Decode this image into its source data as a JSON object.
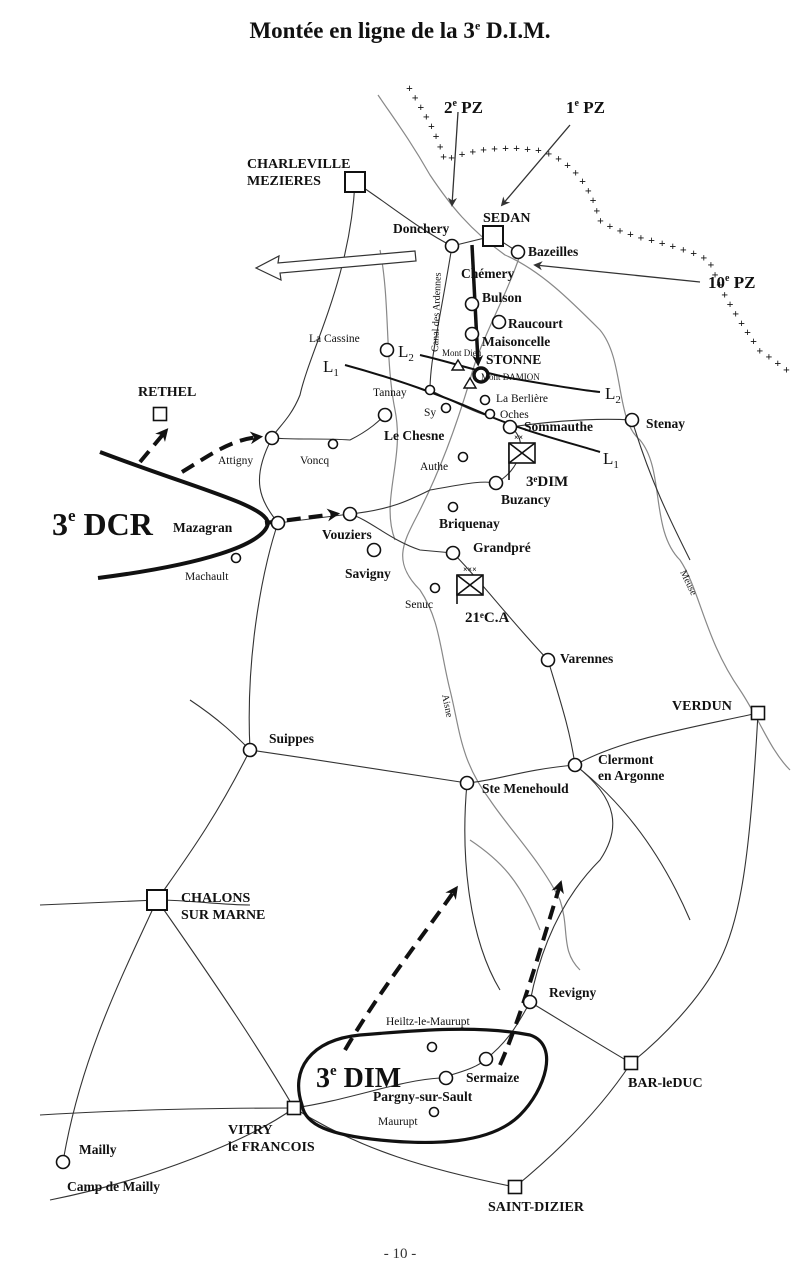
{
  "title": {
    "prefix": "Montée en ligne de la 3",
    "sup": "e",
    "suffix": " D.I.M."
  },
  "page_number": "- 10 -",
  "big_labels": {
    "dcr": {
      "num": "3",
      "sup": "e",
      "name": " DCR"
    },
    "dim": {
      "num": "3",
      "sup": "e",
      "name": " DIM"
    }
  },
  "river_labels": {
    "canal": "Canal des Ardennes",
    "aisne": "Aisne",
    "meuse": "Meuse"
  },
  "line_labels": {
    "l1": {
      "base": "L",
      "sub": "1"
    },
    "l2": {
      "base": "L",
      "sub": "2"
    }
  },
  "unit_labels": {
    "pz2": {
      "num": "2",
      "sup": "e",
      "name": " PZ"
    },
    "pz1": {
      "num": "1",
      "sup": "e",
      "name": " PZ"
    },
    "pz10": {
      "num": "10",
      "sup": "e",
      "name": " PZ"
    },
    "dim_hq": "3ᵉDIM",
    "ca21": "21ᵉC.A"
  },
  "towns": [
    {
      "id": "charleville",
      "label": "CHARLEVILLE\nMEZIERES",
      "size": "lg"
    },
    {
      "id": "sedan",
      "label": "SEDAN",
      "size": "lg"
    },
    {
      "id": "donchery",
      "label": "Donchery",
      "size": "md"
    },
    {
      "id": "bazeilles",
      "label": "Bazeilles",
      "size": "md"
    },
    {
      "id": "chemery",
      "label": "Chémery",
      "size": "md"
    },
    {
      "id": "bulson",
      "label": "Bulson",
      "size": "md"
    },
    {
      "id": "raucourt",
      "label": "Raucourt",
      "size": "md"
    },
    {
      "id": "maisoncelle",
      "label": "Maisoncelle",
      "size": "md"
    },
    {
      "id": "stonne",
      "label": "STONNE",
      "size": "md"
    },
    {
      "id": "montdieu",
      "label": "Mont Dieu",
      "size": "xs"
    },
    {
      "id": "montdamion",
      "label": "Mont DAMION",
      "size": "xs"
    },
    {
      "id": "lacassine",
      "label": "La Cassine",
      "size": "sm"
    },
    {
      "id": "tannay",
      "label": "Tannay",
      "size": "sm"
    },
    {
      "id": "sy",
      "label": "Sy",
      "size": "sm"
    },
    {
      "id": "laberliere",
      "label": "La Berlière",
      "size": "sm"
    },
    {
      "id": "oches",
      "label": "Oches",
      "size": "sm"
    },
    {
      "id": "sommauthe",
      "label": "Sommauthe",
      "size": "md"
    },
    {
      "id": "stenay",
      "label": "Stenay",
      "size": "md"
    },
    {
      "id": "rethel",
      "label": "RETHEL",
      "size": "lg"
    },
    {
      "id": "attigny",
      "label": "Attigny",
      "size": "sm"
    },
    {
      "id": "voncq",
      "label": "Voncq",
      "size": "sm"
    },
    {
      "id": "lechesne",
      "label": "Le Chesne",
      "size": "md"
    },
    {
      "id": "authe",
      "label": "Authe",
      "size": "sm"
    },
    {
      "id": "buzancy",
      "label": "Buzancy",
      "size": "md"
    },
    {
      "id": "mazagran",
      "label": "Mazagran",
      "size": "md"
    },
    {
      "id": "vouziers",
      "label": "Vouziers",
      "size": "md"
    },
    {
      "id": "machault",
      "label": "Machault",
      "size": "sm"
    },
    {
      "id": "briquenay",
      "label": "Briquenay",
      "size": "md"
    },
    {
      "id": "grandpre",
      "label": "Grandpré",
      "size": "md"
    },
    {
      "id": "savigny",
      "label": "Savigny",
      "size": "md"
    },
    {
      "id": "senuc",
      "label": "Senuc",
      "size": "sm"
    },
    {
      "id": "varennes",
      "label": "Varennes",
      "size": "md"
    },
    {
      "id": "verdun",
      "label": "VERDUN",
      "size": "lg"
    },
    {
      "id": "suippes",
      "label": "Suippes",
      "size": "md"
    },
    {
      "id": "stemenehould",
      "label": "Ste Menehould",
      "size": "md"
    },
    {
      "id": "clermont",
      "label": "Clermont\nen Argonne",
      "size": "md"
    },
    {
      "id": "chalons",
      "label": "CHALONS\nSUR MARNE",
      "size": "lg"
    },
    {
      "id": "revigny",
      "label": "Revigny",
      "size": "md"
    },
    {
      "id": "heiltz",
      "label": "Heiltz-le-Maurupt",
      "size": "sm"
    },
    {
      "id": "sermaize",
      "label": "Sermaize",
      "size": "md"
    },
    {
      "id": "pargny",
      "label": "Pargny-sur-Sault",
      "size": "md"
    },
    {
      "id": "maurupt",
      "label": "Maurupt",
      "size": "sm"
    },
    {
      "id": "barleduc",
      "label": "BAR-leDUC",
      "size": "lg"
    },
    {
      "id": "vitry",
      "label": "VITRY\nle FRANCOIS",
      "size": "lg"
    },
    {
      "id": "mailly",
      "label": "Mailly",
      "size": "md"
    },
    {
      "id": "campmailly",
      "label": "Camp de Mailly",
      "size": "md"
    },
    {
      "id": "saintdizier",
      "label": "SAINT-DIZIER",
      "size": "lg"
    }
  ]
}
